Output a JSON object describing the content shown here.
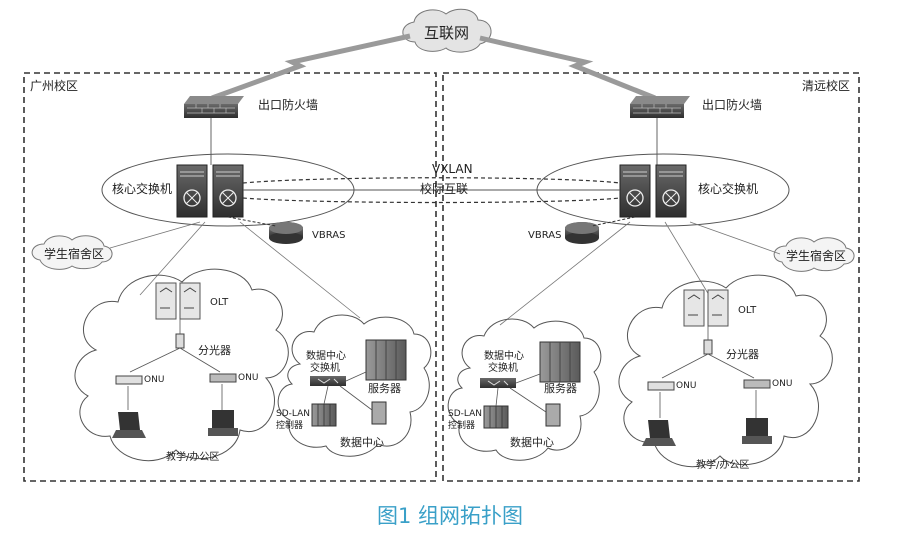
{
  "internet": "互联网",
  "caption": "图1 组网拓扑图",
  "campus_left": {
    "name": "广州校区",
    "firewall": "出口防火墙",
    "core": "核心交换机",
    "vbras": "VBRAS",
    "dorm": "学生宿舍区",
    "olt": "OLT",
    "splitter": "分光器",
    "onu1": "ONU",
    "onu2": "ONU",
    "office": "教学/办公区",
    "dc_switch": "数据中心\n交换机",
    "server": "服务器",
    "sdlan": "SD-LAN\n控制器",
    "dc": "数据中心"
  },
  "campus_right": {
    "name": "清远校区",
    "firewall": "出口防火墙",
    "core": "核心交换机",
    "vbras": "VBRAS",
    "dorm": "学生宿舍区",
    "olt": "OLT",
    "splitter": "分光器",
    "onu1": "ONU",
    "onu2": "ONU",
    "office": "教学/办公区",
    "dc_switch": "数据中心\n交换机",
    "server": "服务器",
    "sdlan": "SD-LAN\n控制器",
    "dc": "数据中心"
  },
  "interconnect": {
    "line1": "VXLAN",
    "line2": "校际互联"
  }
}
